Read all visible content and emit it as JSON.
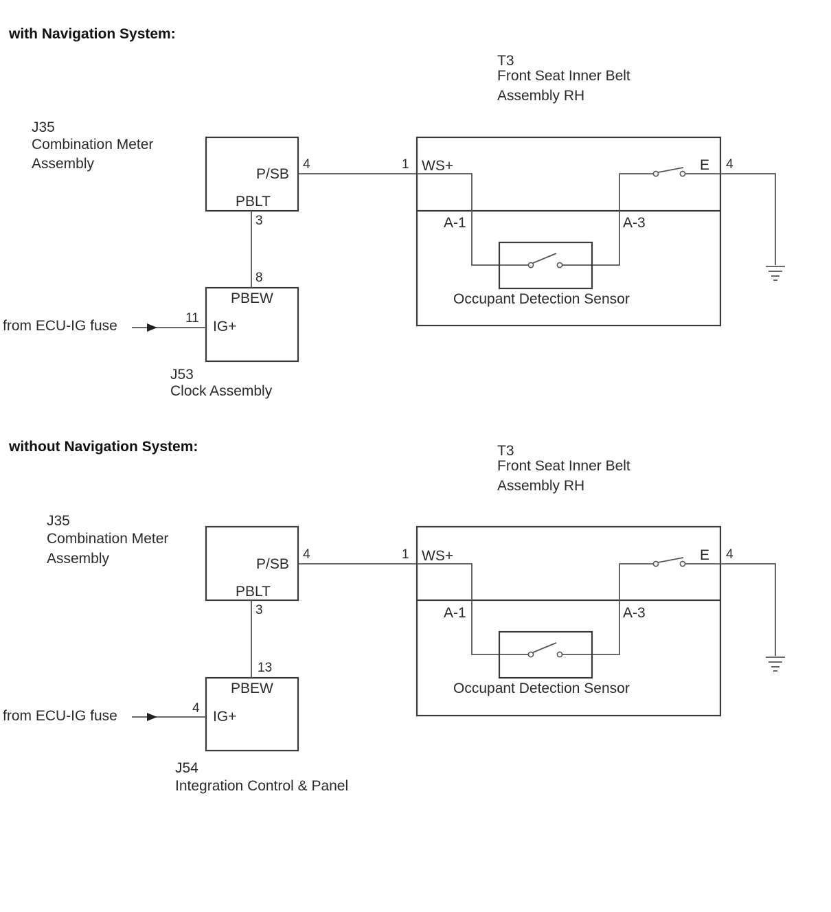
{
  "sections": [
    {
      "heading": "with Navigation System:",
      "meter": {
        "code": "J35",
        "name_line1": "Combination Meter",
        "name_line2": "Assembly",
        "pin_psb_label": "P/SB",
        "pin_psb_num": "4",
        "pin_pblt_label": "PBLT",
        "pin_pblt_num": "3"
      },
      "lower": {
        "code": "J53",
        "name_line1": "Clock Assembly",
        "pin_pbew_label": "PBEW",
        "pin_pbew_num": "8",
        "pin_ig_label": "IG+",
        "pin_ig_num": "11"
      },
      "source_text": "from ECU-IG fuse",
      "belt": {
        "code": "T3",
        "name_line1": "Front Seat Inner Belt",
        "name_line2": "Assembly RH",
        "pin_ws_label": "WS+",
        "pin_ws_num": "1",
        "pin_e_label": "E",
        "pin_e_num": "4",
        "a1": "A-1",
        "a3": "A-3",
        "sensor_label": "Occupant Detection Sensor"
      }
    },
    {
      "heading": "without Navigation System:",
      "meter": {
        "code": "J35",
        "name_line1": "Combination Meter",
        "name_line2": "Assembly",
        "pin_psb_label": "P/SB",
        "pin_psb_num": "4",
        "pin_pblt_label": "PBLT",
        "pin_pblt_num": "3"
      },
      "lower": {
        "code": "J54",
        "name_line1": "Integration Control & Panel",
        "pin_pbew_label": "PBEW",
        "pin_pbew_num": "13",
        "pin_ig_label": "IG+",
        "pin_ig_num": "4"
      },
      "source_text": "from ECU-IG fuse",
      "belt": {
        "code": "T3",
        "name_line1": "Front Seat Inner Belt",
        "name_line2": "Assembly RH",
        "pin_ws_label": "WS+",
        "pin_ws_num": "1",
        "pin_e_label": "E",
        "pin_e_num": "4",
        "a1": "A-1",
        "a3": "A-3",
        "sensor_label": "Occupant Detection Sensor"
      }
    }
  ]
}
